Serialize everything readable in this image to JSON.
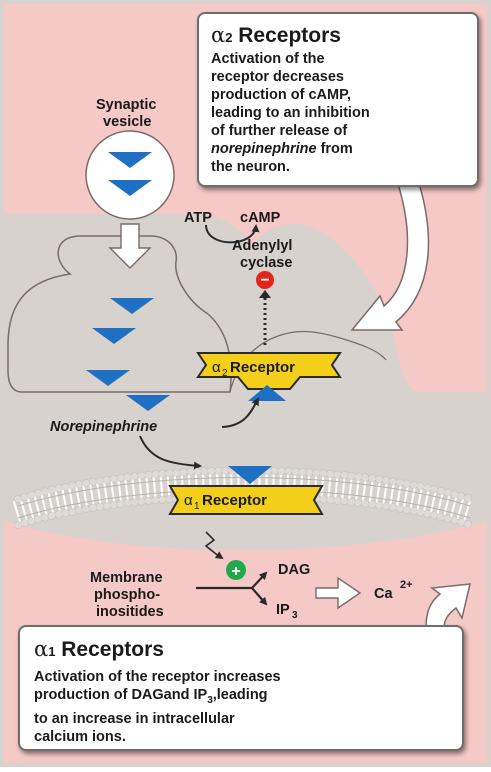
{
  "alpha2_box": {
    "symbol": "α",
    "subscript": "2",
    "title": "Receptors",
    "line1": "Activation of the",
    "line2": "receptor decreases",
    "line3": "production of cAMP,",
    "line4": "leading to an inhibition",
    "line5": "of further release of",
    "line6_em": "norepinephrine",
    "line6_rest": " from",
    "line7": "the neuron."
  },
  "alpha1_box": {
    "symbol": "α",
    "subscript": "1",
    "title": "Receptors",
    "line1": "Activation of the receptor increases",
    "line2": "production of DAGand IP",
    "line2_sub": "3",
    "line2_rest": ",leading",
    "line3": "to an increase in intracellular",
    "line4": "calcium ions."
  },
  "labels": {
    "synaptic_1": "Synaptic",
    "synaptic_2": "vesicle",
    "atp": "ATP",
    "camp": "cAMP",
    "adenylyl_1": "Adenylyl",
    "adenylyl_2": "cyclase",
    "minus": "−",
    "plus": "+",
    "norepinephrine": "Norepinephrine",
    "a2_symbol": "α",
    "a2_sub": "2",
    "a2_word": "Receptor",
    "a1_symbol": "α",
    "a1_sub": "1",
    "a1_word": "Receptor",
    "membrane_1": "Membrane",
    "membrane_2": "phospho-",
    "membrane_3": "inositides",
    "dag": "DAG",
    "ip": "IP",
    "ip_sub": "3",
    "ca": "Ca",
    "ca_sup": "2+"
  },
  "colors": {
    "pink": "#f5c9c6",
    "gray": "#d7d2cd",
    "blue": "#1f6fc2",
    "yellow": "#f3cf1a",
    "inhibit_red": "#e0251b",
    "stimulate_green": "#21a84a"
  }
}
